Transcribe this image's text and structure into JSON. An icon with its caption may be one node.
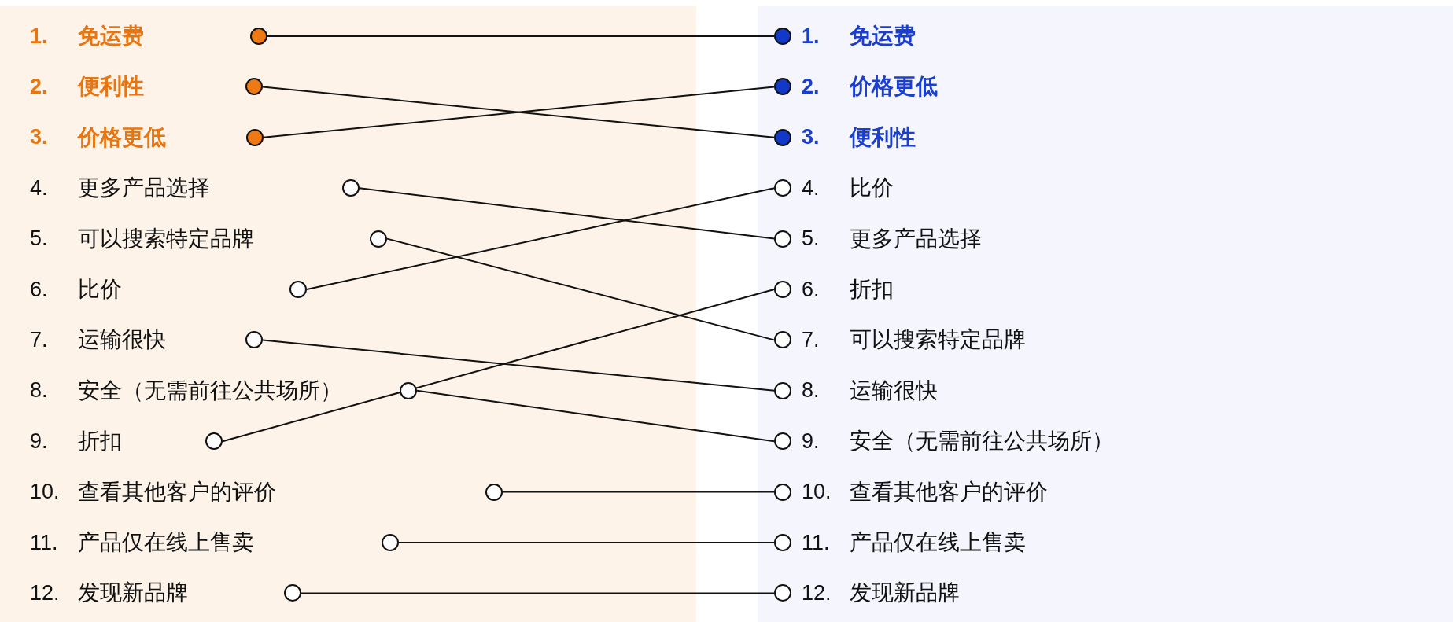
{
  "diagram": {
    "nodes": [
      {
        "text": [
          "1.",
          "免运费"
        ]
      },
      {
        "text": [
          "2.",
          "便利性"
        ]
      },
      {
        "text": [
          "3.",
          "价格更低"
        ]
      },
      {
        "text": [
          "4.",
          "更多产品选择"
        ]
      },
      {
        "text": [
          "5.",
          "可以搜索特定品牌"
        ]
      },
      {
        "text": [
          "6.",
          "比价"
        ]
      },
      {
        "text": [
          "7.",
          "运输很快"
        ]
      },
      {
        "text": [
          "8.",
          "安全（无需前往公共场所）"
        ]
      },
      {
        "text": [
          "9.",
          "折扣"
        ]
      },
      {
        "text": [
          "10.",
          "查看其他客户的评价"
        ]
      },
      {
        "text": [
          "11.",
          "产品仅在线上售卖"
        ]
      },
      {
        "text": [
          "12.",
          "发现新品牌"
        ]
      },
      {
        "text": [
          "1.",
          "免运费"
        ]
      },
      {
        "text": [
          "2.",
          "价格更低"
        ]
      },
      {
        "text": [
          "3.",
          "便利性"
        ]
      },
      {
        "text": [
          "4.",
          "比价"
        ]
      },
      {
        "text": [
          "5.",
          "更多产品选择"
        ]
      },
      {
        "text": [
          "6.",
          "折扣"
        ]
      },
      {
        "text": [
          "7.",
          "可以搜索特定品牌"
        ]
      },
      {
        "text": [
          "8.",
          "运输很快"
        ]
      },
      {
        "text": [
          "9.",
          "安全（无需前往公共场所）"
        ]
      },
      {
        "text": [
          "10.",
          "查看其他客户的评价"
        ]
      },
      {
        "text": [
          "11.",
          "产品仅在线上售卖"
        ]
      },
      {
        "text": [
          "12.",
          "发现新品牌"
        ]
      }
    ],
    "edges": [
      {
        "from": 0,
        "to": 12,
        "arrow": "none"
      },
      {
        "from": 1,
        "to": 14,
        "arrow": "none"
      },
      {
        "from": 2,
        "to": 13,
        "arrow": "none"
      },
      {
        "from": 3,
        "to": 16,
        "arrow": "none"
      },
      {
        "from": 4,
        "to": 18,
        "arrow": "none"
      },
      {
        "from": 5,
        "to": 15,
        "arrow": "none"
      },
      {
        "from": 6,
        "to": 19,
        "arrow": "none"
      },
      {
        "from": 7,
        "to": 20,
        "arrow": "none"
      },
      {
        "from": 8,
        "to": 17,
        "arrow": "none"
      },
      {
        "from": 9,
        "to": 21,
        "arrow": "none"
      },
      {
        "from": 10,
        "to": 22,
        "arrow": "none"
      },
      {
        "from": 11,
        "to": 23,
        "arrow": "none"
      }
    ]
  }
}
